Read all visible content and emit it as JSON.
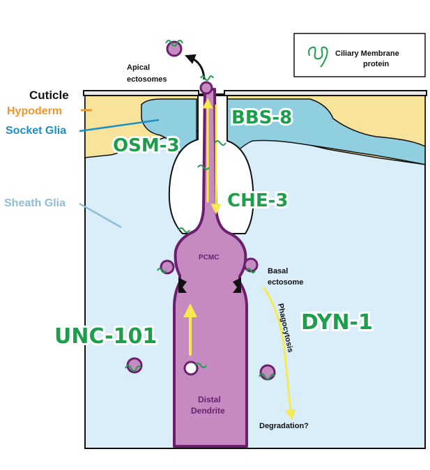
{
  "legend": {
    "label_line1": "Ciliary Membrane",
    "label_line2": "protein"
  },
  "tissue_labels": {
    "cuticle": "Cuticle",
    "hypoderm": "Hypoderm",
    "socket_glia": "Socket Glia",
    "sheath_glia": "Sheath Glia"
  },
  "region_labels": {
    "apical_line1": "Apical",
    "apical_line2": "ectosomes",
    "pcmc": "PCMC",
    "basal_line1": "Basal",
    "basal_line2": "ectosome",
    "phagocytosis": "Phagocytosis",
    "degradation": "Degradation?",
    "distal_line1": "Distal",
    "distal_line2": "Dendrite"
  },
  "proteins": {
    "bbs8": "BBS-8",
    "osm3": "OSM-3",
    "che3": "CHE-3",
    "unc101": "UNC-101",
    "dyn1": "DYN-1"
  },
  "colors": {
    "cell": "#c58bc0",
    "cell_outline": "#6b1f6e",
    "sheath": "#d9eef9",
    "socket": "#8fcfe0",
    "hypoderm": "#f8e39b",
    "protein_green": "#1e9e4d",
    "arrow_yellow": "#f6ea4f",
    "hypoderm_label": "#f0962e",
    "socket_label": "#1b90c4",
    "sheath_label": "#8dbed5"
  }
}
